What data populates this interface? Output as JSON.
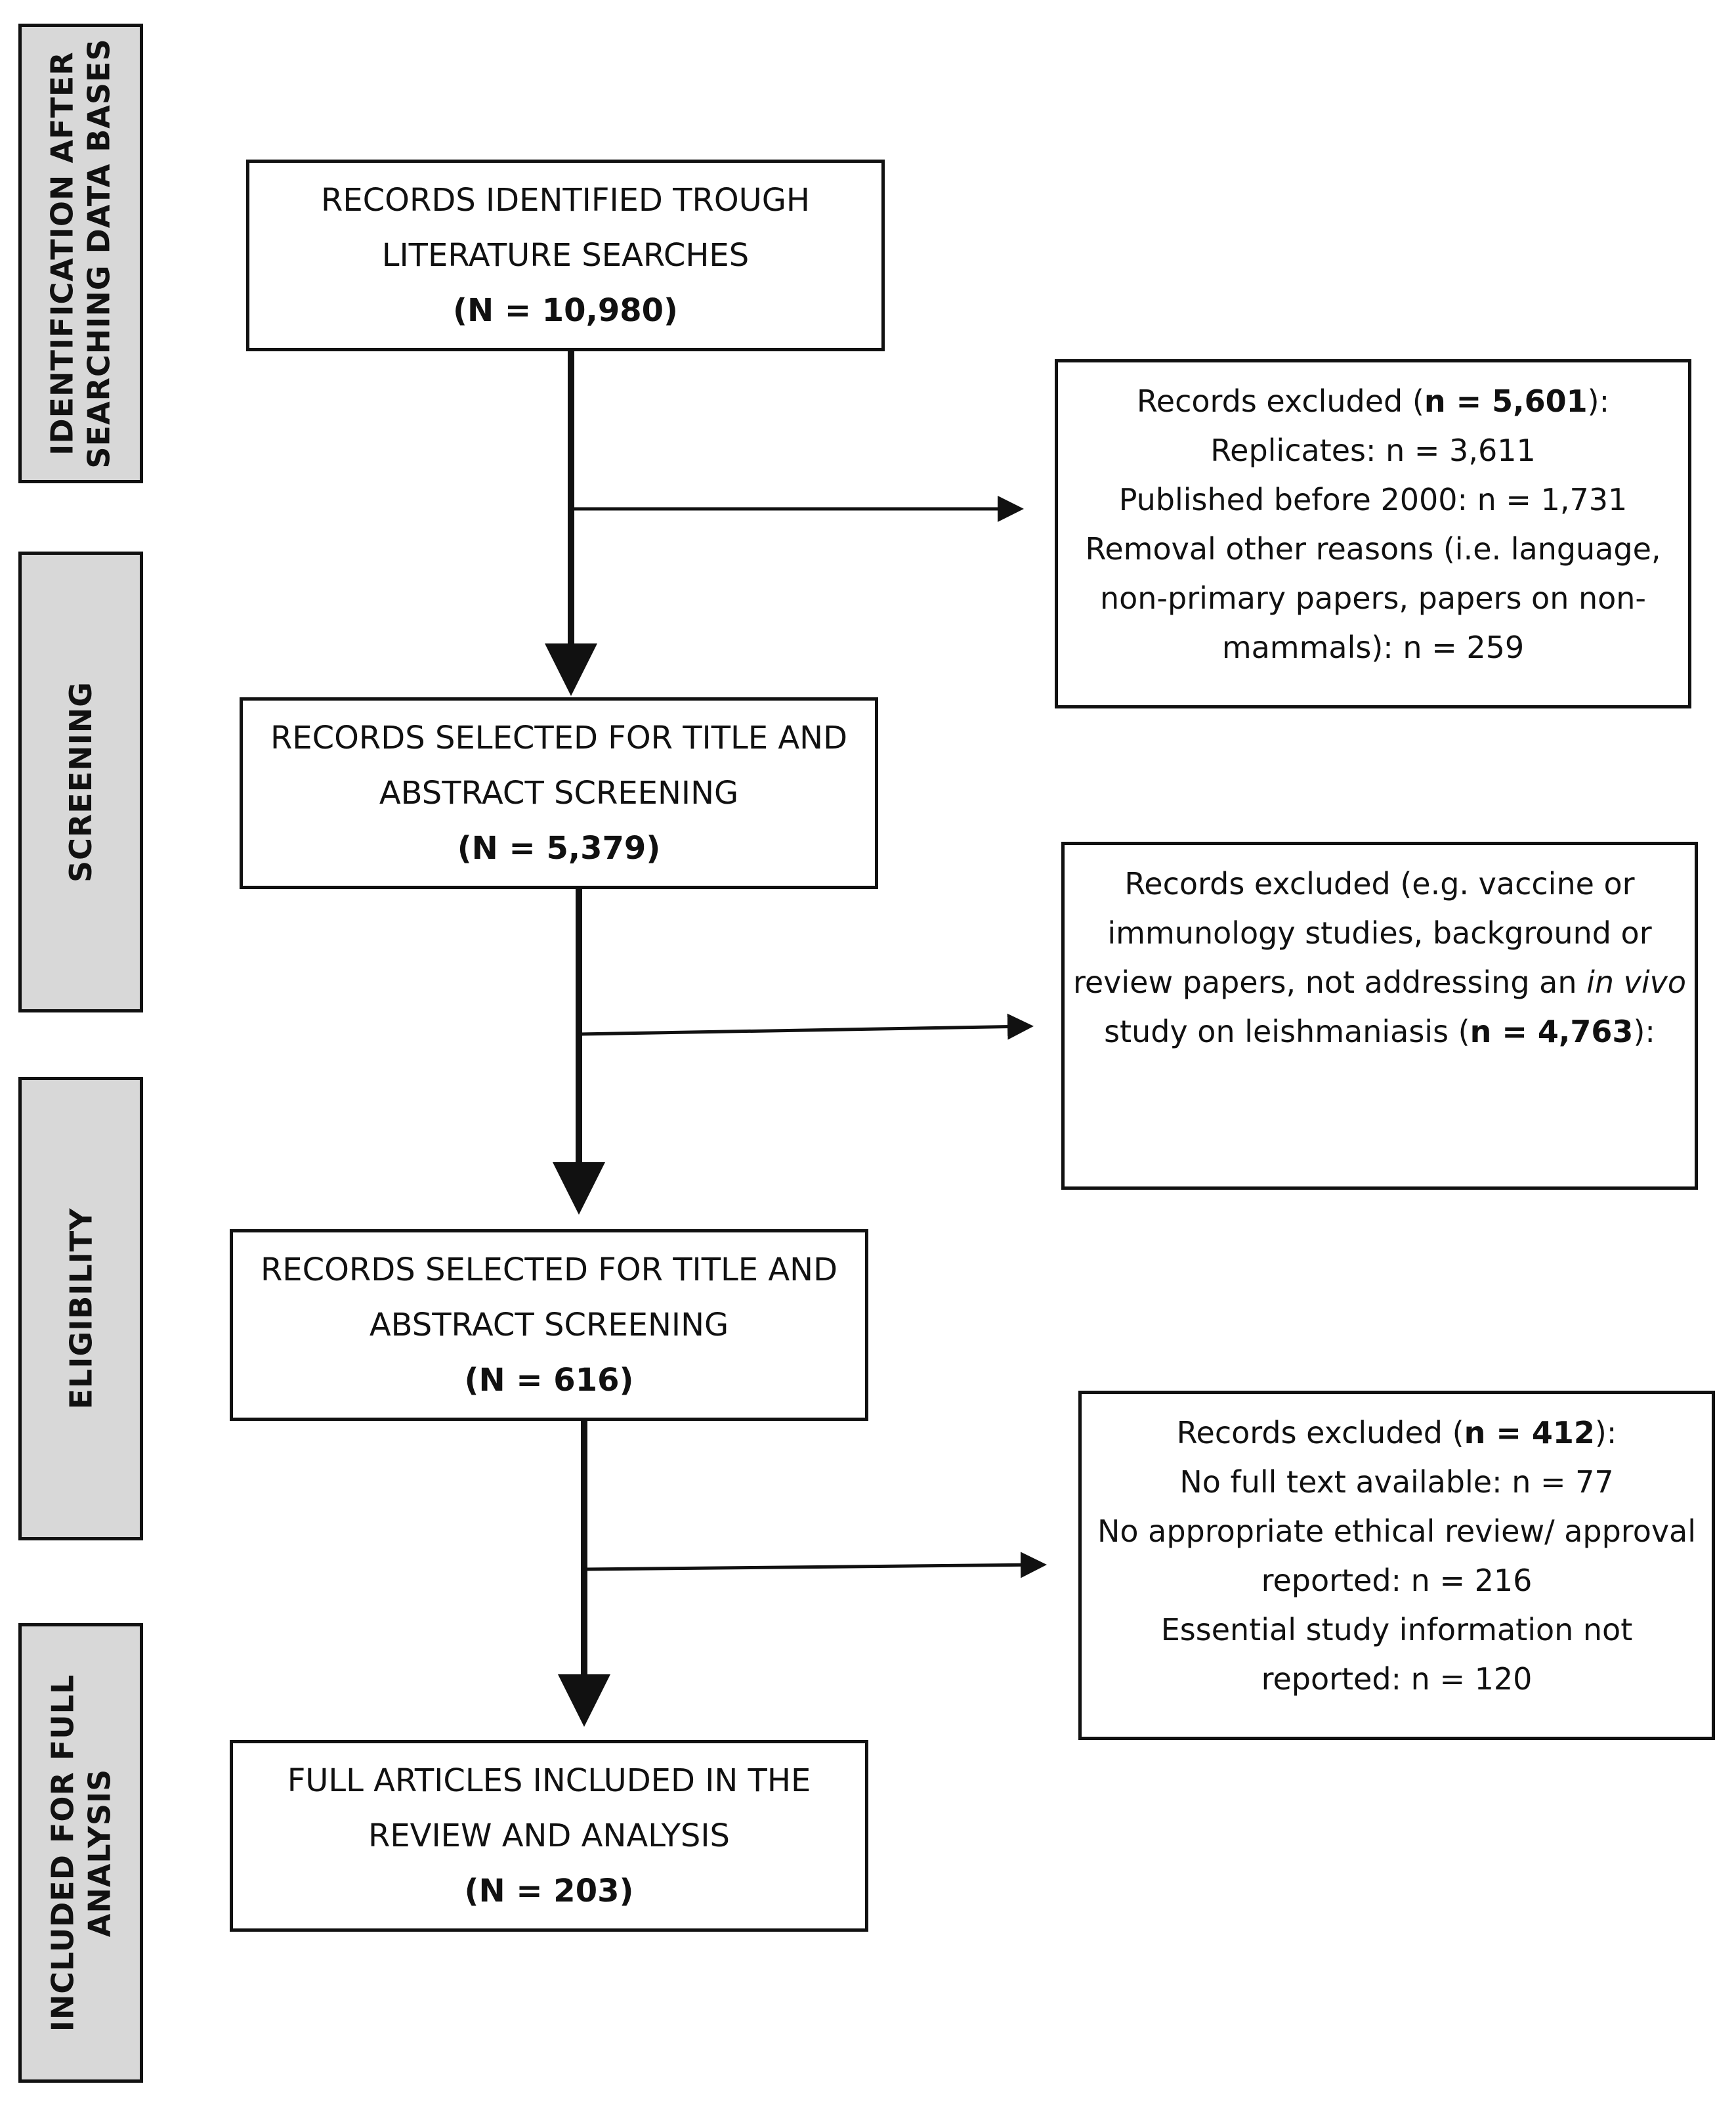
{
  "phases": {
    "identification": [
      "IDENTIFICATION AFTER",
      "SEARCHING DATA BASES"
    ],
    "screening": [
      "SCREENING"
    ],
    "eligibility": [
      "ELIGIBILITY"
    ],
    "included": [
      "INCLUDED FOR FULL",
      "ANALYSIS"
    ]
  },
  "boxes": {
    "identified": {
      "line1": "RECORDS IDENTIFIED TROUGH",
      "line2": "LITERATURE SEARCHES",
      "count": "(N = 10,980)"
    },
    "screening": {
      "line1": "RECORDS SELECTED FOR TITLE AND",
      "line2": "ABSTRACT SCREENING",
      "count": "(N = 5,379)"
    },
    "eligibility": {
      "line1": "RECORDS SELECTED FOR TITLE AND",
      "line2": "ABSTRACT SCREENING",
      "count": "(N = 616)"
    },
    "included": {
      "line1": "FULL ARTICLES INCLUDED IN THE",
      "line2": "REVIEW AND ANALYSIS",
      "count": "(N = 203)"
    }
  },
  "exclusions": {
    "first": {
      "heading_prefix": "Records excluded (",
      "heading_count": "n = 5,601",
      "heading_suffix": "):",
      "line1": "Replicates: n = 3,611",
      "line2": "Published before 2000: n = 1,731",
      "line3": "Removal other reasons (i.e. language,",
      "line4": "non-primary papers, papers on non-",
      "line5": "mammals): n = 259"
    },
    "second": {
      "line1": "Records excluded (e.g. vaccine or",
      "line2": "immunology studies, background or",
      "line3_prefix": "review papers, not addressing an ",
      "line3_italic": "in vivo",
      "line4_prefix": "study on leishmaniasis  (",
      "line4_count": "n = 4,763",
      "line4_suffix": "):"
    },
    "third": {
      "heading_prefix": "Records excluded (",
      "heading_count": "n = 412",
      "heading_suffix": "):",
      "line1": "No full text available: n = 77",
      "line2": "No appropriate ethical review/ approval",
      "line3": "reported: n = 216",
      "line4": "Essential study information not",
      "line5": "reported: n = 120"
    }
  }
}
